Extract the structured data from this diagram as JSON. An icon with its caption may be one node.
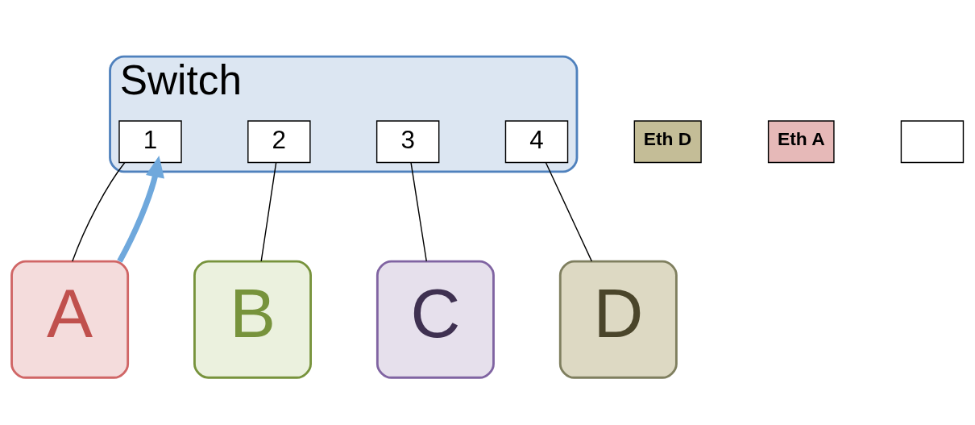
{
  "diagram": {
    "nodes": [
      {
        "text": [
          "Switch"
        ]
      },
      {
        "text": [
          "1"
        ],
        "in": 0
      },
      {
        "text": [
          "2"
        ],
        "in": 0
      },
      {
        "text": [
          "3"
        ],
        "in": 0
      },
      {
        "text": [
          "4"
        ],
        "in": 0
      },
      {
        "text": [
          "A"
        ]
      },
      {
        "text": [
          "B"
        ]
      },
      {
        "text": [
          "C"
        ]
      },
      {
        "text": [
          "D"
        ]
      },
      {
        "text": [
          "Eth D"
        ]
      },
      {
        "text": [
          "Eth A"
        ]
      },
      {
        "text": [],
        "shape": "box"
      }
    ],
    "edges": [
      {
        "from": 1,
        "to": 5,
        "arrow": "none"
      },
      {
        "from": 2,
        "to": 6,
        "arrow": "none"
      },
      {
        "from": 3,
        "to": 7,
        "arrow": "none"
      },
      {
        "from": 4,
        "to": 8,
        "arrow": "none"
      },
      {
        "from": 5,
        "to": 1,
        "arrow": "to",
        "style": "thick",
        "color": "#6fa8dc"
      }
    ]
  }
}
